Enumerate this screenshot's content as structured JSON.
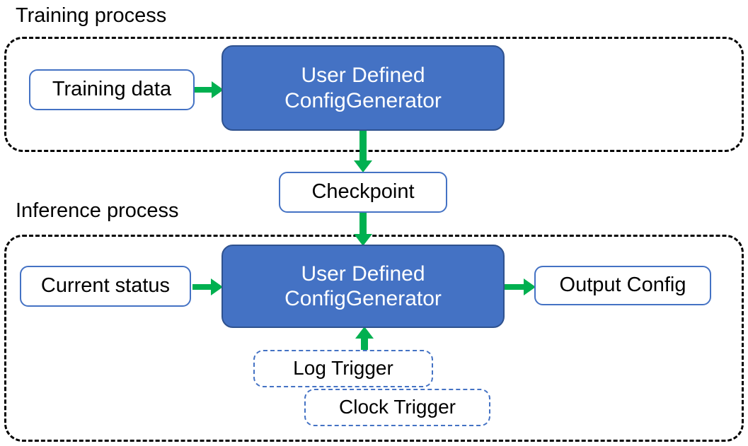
{
  "diagram": {
    "title_training": "Training process",
    "title_inference": "Inference process",
    "accent_blue": "#4472C4",
    "accent_blue_border": "#2F528F",
    "accent_green": "#00B050",
    "container_border": "#000000"
  },
  "training": {
    "caption": "Training process",
    "input": {
      "label": "Training data"
    },
    "process": {
      "line1": "User Defined",
      "line2": "ConfigGenerator"
    }
  },
  "bridge": {
    "checkpoint": {
      "label": "Checkpoint"
    }
  },
  "inference": {
    "caption": "Inference process",
    "input": {
      "label": "Current status"
    },
    "process": {
      "line1": "User Defined",
      "line2": "ConfigGenerator"
    },
    "output": {
      "label": "Output Config"
    },
    "triggers": [
      {
        "label": "Log Trigger"
      },
      {
        "label": "Clock Trigger"
      }
    ]
  },
  "arrows": {
    "training_data_to_process": "arrow-right",
    "process_to_checkpoint": "arrow-down",
    "checkpoint_to_inference_process": "arrow-down",
    "current_status_to_process": "arrow-right",
    "process_to_output": "arrow-right",
    "triggers_to_process": "arrow-up"
  }
}
